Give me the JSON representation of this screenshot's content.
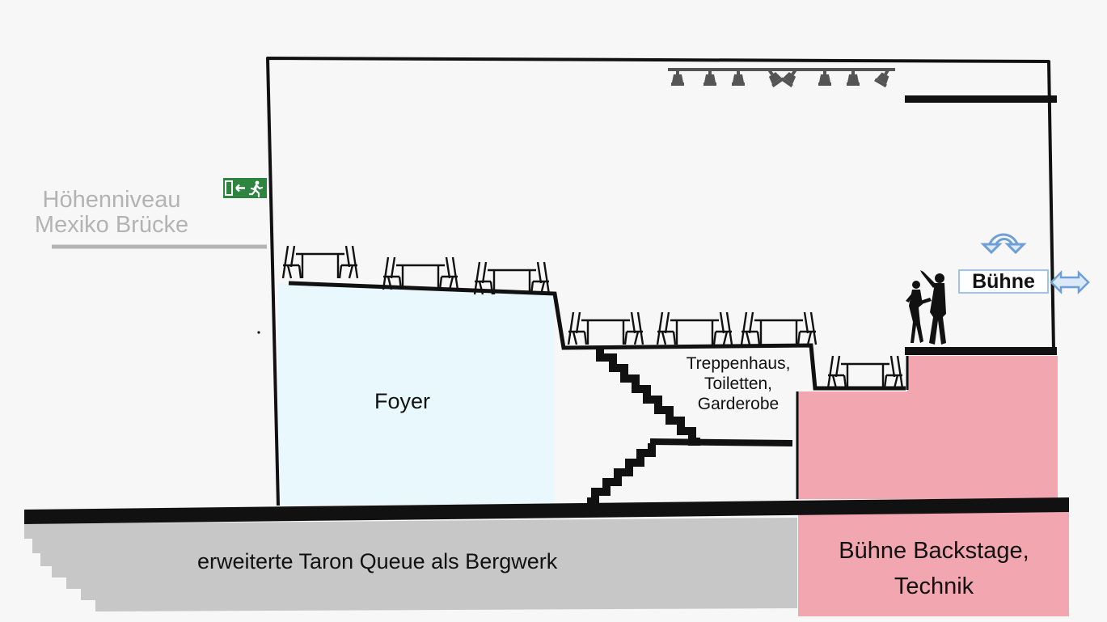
{
  "labels": {
    "hoehenniveau": "Höhenniveau\nMexiko Brücke",
    "foyer": "Foyer",
    "treppenhaus": "Treppenhaus,\nToiletten,\nGarderobe",
    "buehne": "Bühne",
    "queue": "erweiterte Taron Queue als Bergwerk",
    "backstage": "Bühne Backstage,\nTechnik"
  },
  "icons": {
    "exit_sign": "emergency-exit-icon",
    "rotate": "rotate-arrows-icon",
    "move": "move-horizontal-arrows-icon",
    "spotlight": "spotlight-icon",
    "dancers": "dancing-couple-icon",
    "table_set": "table-chairs-icon"
  },
  "colors": {
    "background": "#f7f7f7",
    "foyer_fill": "#e8f8fd",
    "backstage_fill": "#f2a6b0",
    "queue_fill": "#c7c7c7",
    "bridge_level": "#b3b3b3",
    "exit_green": "#2e8540",
    "arrow_blue": "#6f9fd6",
    "stroke": "#111111"
  }
}
